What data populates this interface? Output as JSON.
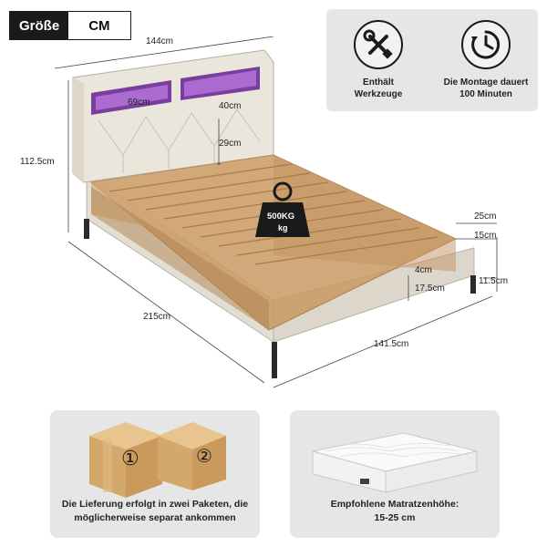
{
  "size_badge": {
    "label": "Größe",
    "unit": "CM"
  },
  "features": [
    {
      "icon": "tools-icon",
      "text": "Enthält\nWerkzeuge"
    },
    {
      "icon": "clock-icon",
      "text": "Die Montage dauert\n100 Minuten"
    }
  ],
  "dimensions": {
    "headboard_width": "144cm",
    "overall_height": "112.5cm",
    "shelf_width": "69cm",
    "headboard_height": "40cm",
    "headboard_gap": "29cm",
    "load_weight": "500KG",
    "load_unit": "kg",
    "frame_height_top": "25cm",
    "frame_height_rail": "15cm",
    "slat_offset": "4cm",
    "clearance": "17.5cm",
    "leg_height": "11.5cm",
    "length": "215cm",
    "width": "141.5cm"
  },
  "boxes": {
    "box1_number": "①",
    "box2_number": "②"
  },
  "bottom_panels": [
    {
      "text": "Die Lieferung erfolgt in zwei Paketen, die\nmöglicherweise separat ankommen"
    },
    {
      "text": "Empfohlene Matratzenhöhe:\n15-25 cm"
    }
  ]
}
